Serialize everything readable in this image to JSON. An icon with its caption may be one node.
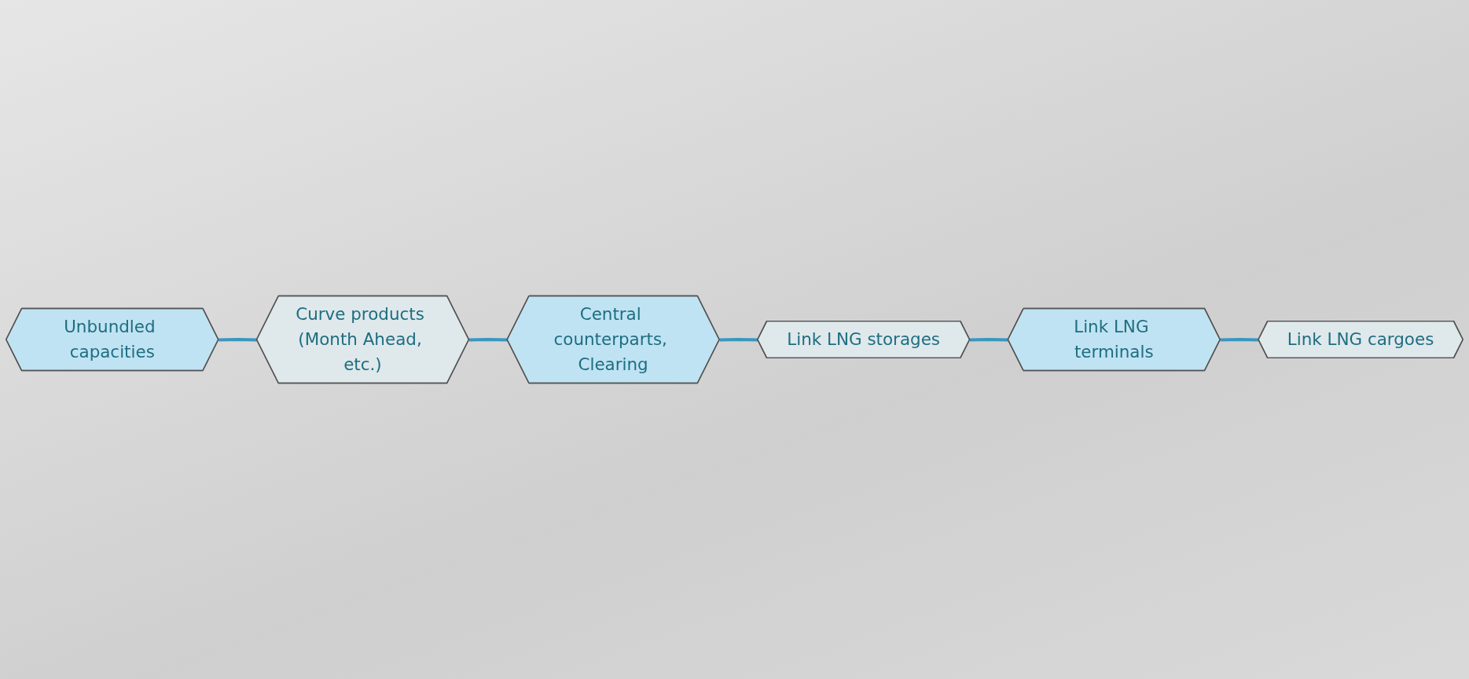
{
  "diagram": {
    "nodes": [
      {
        "text": [
          "Unbundled capacities"
        ]
      },
      {
        "text": [
          "Curve products (Month Ahead, etc.)"
        ]
      },
      {
        "text": [
          "Central counterparts, Clearing"
        ]
      },
      {
        "text": [
          "Link LNG storages"
        ]
      },
      {
        "text": [
          "Link LNG terminals"
        ]
      },
      {
        "text": [
          "Link LNG cargoes"
        ]
      }
    ],
    "edges": [
      {
        "from": 0,
        "to": 1,
        "arrow": "none"
      },
      {
        "from": 1,
        "to": 2,
        "arrow": "none"
      },
      {
        "from": 2,
        "to": 3,
        "arrow": "none"
      },
      {
        "from": 3,
        "to": 4,
        "arrow": "none"
      },
      {
        "from": 4,
        "to": 5,
        "arrow": "none"
      }
    ]
  }
}
